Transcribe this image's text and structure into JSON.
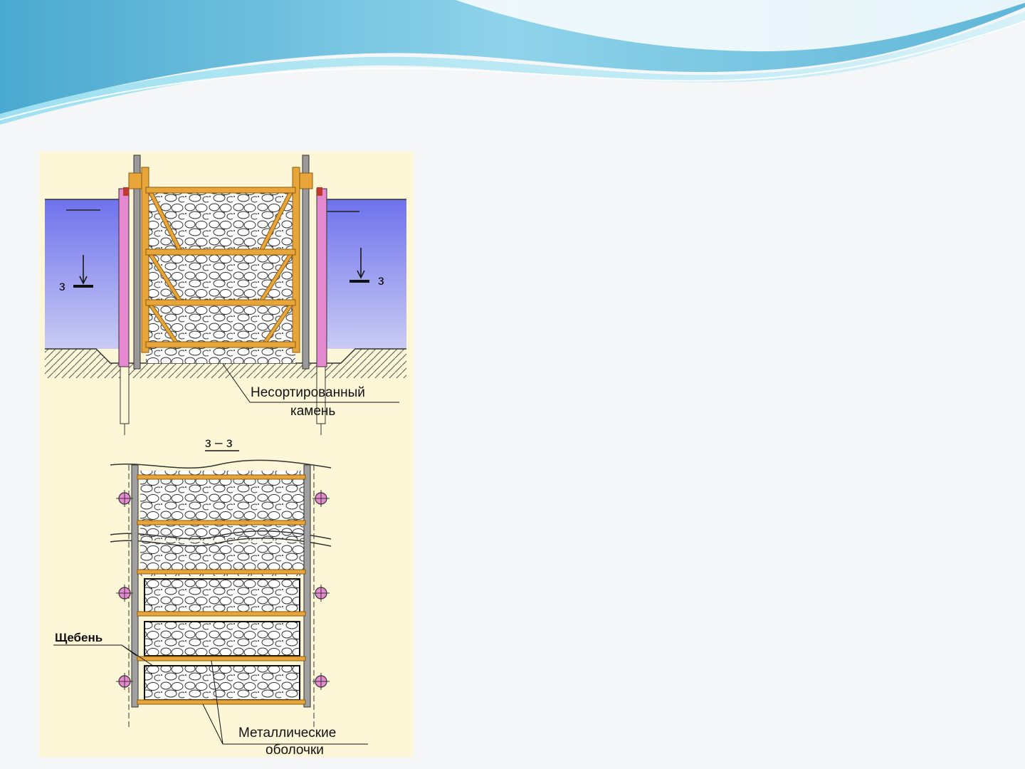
{
  "colors": {
    "background": "#f4f6f7",
    "header_wave_dark": "#5fb6d8",
    "header_wave_light": "#bfe7f3",
    "figure_background": "#fdf7d8",
    "water": "#7b7ef0",
    "timber_frame": "#e3a83a",
    "sheet_pile": "#e080c8",
    "stone_fill": "#ffffff"
  },
  "figure": {
    "section_mark_left": "з",
    "section_mark_right": "з",
    "section_title": "з – з",
    "label_stone_line1": "Несортированный",
    "label_stone_line2": "камень",
    "label_gravel": "Щебень",
    "label_shells_line1": "Металлические",
    "label_shells_line2": "оболочки"
  }
}
